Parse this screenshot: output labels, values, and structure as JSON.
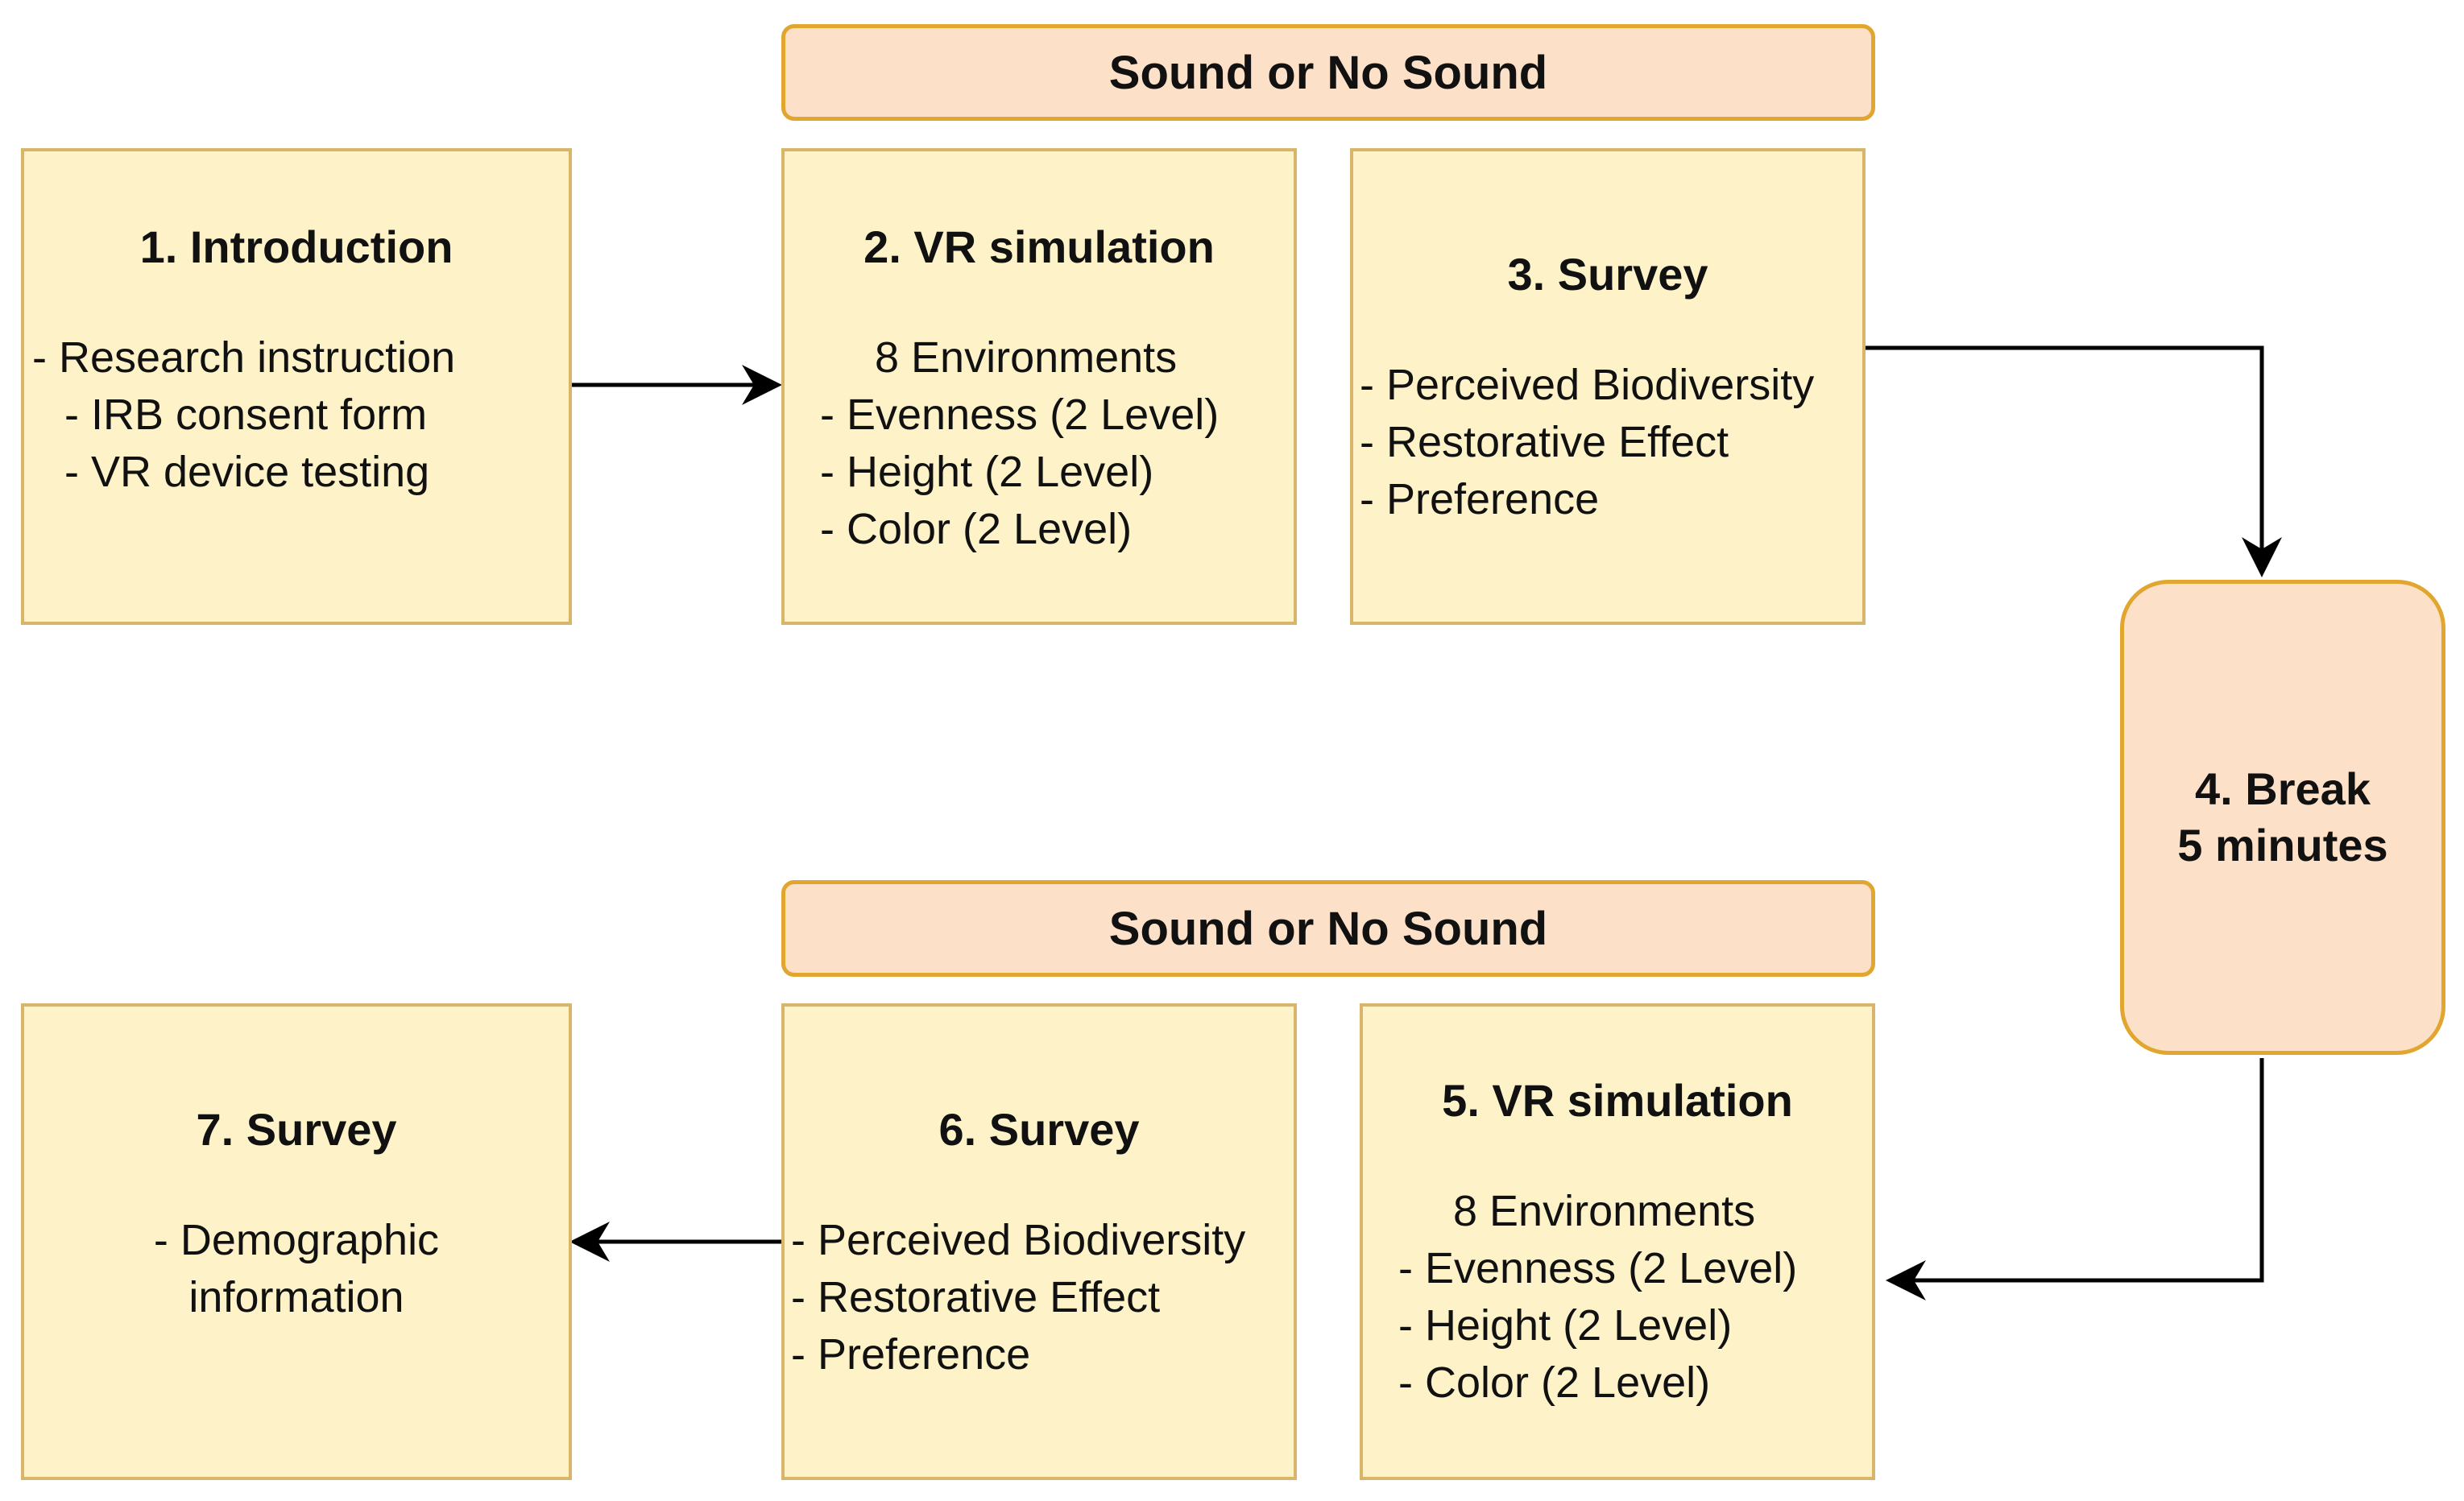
{
  "banner_top": "Sound or No Sound",
  "banner_bottom": "Sound or No Sound",
  "steps": {
    "s1": {
      "title": "1. Introduction",
      "lines": [
        "- Research instruction",
        "- IRB consent form",
        "- VR device testing"
      ]
    },
    "s2": {
      "title": "2. VR simulation",
      "lines": [
        "8 Environments",
        "- Evenness (2 Level)",
        "- Height (2 Level)",
        "- Color (2 Level)"
      ]
    },
    "s3": {
      "title": "3. Survey",
      "lines": [
        "- Perceived Biodiversity",
        "- Restorative Effect",
        "- Preference"
      ]
    },
    "s4": {
      "title_line1": "4. Break",
      "title_line2": "5 minutes"
    },
    "s5": {
      "title": "5. VR simulation",
      "lines": [
        "8 Environments",
        "- Evenness (2 Level)",
        "- Height (2 Level)",
        "- Color (2 Level)"
      ]
    },
    "s6": {
      "title": "6. Survey",
      "lines": [
        "- Perceived Biodiversity",
        "- Restorative Effect",
        "- Preference"
      ]
    },
    "s7": {
      "title": "7. Survey",
      "lines": [
        "- Demographic",
        "information"
      ]
    }
  }
}
